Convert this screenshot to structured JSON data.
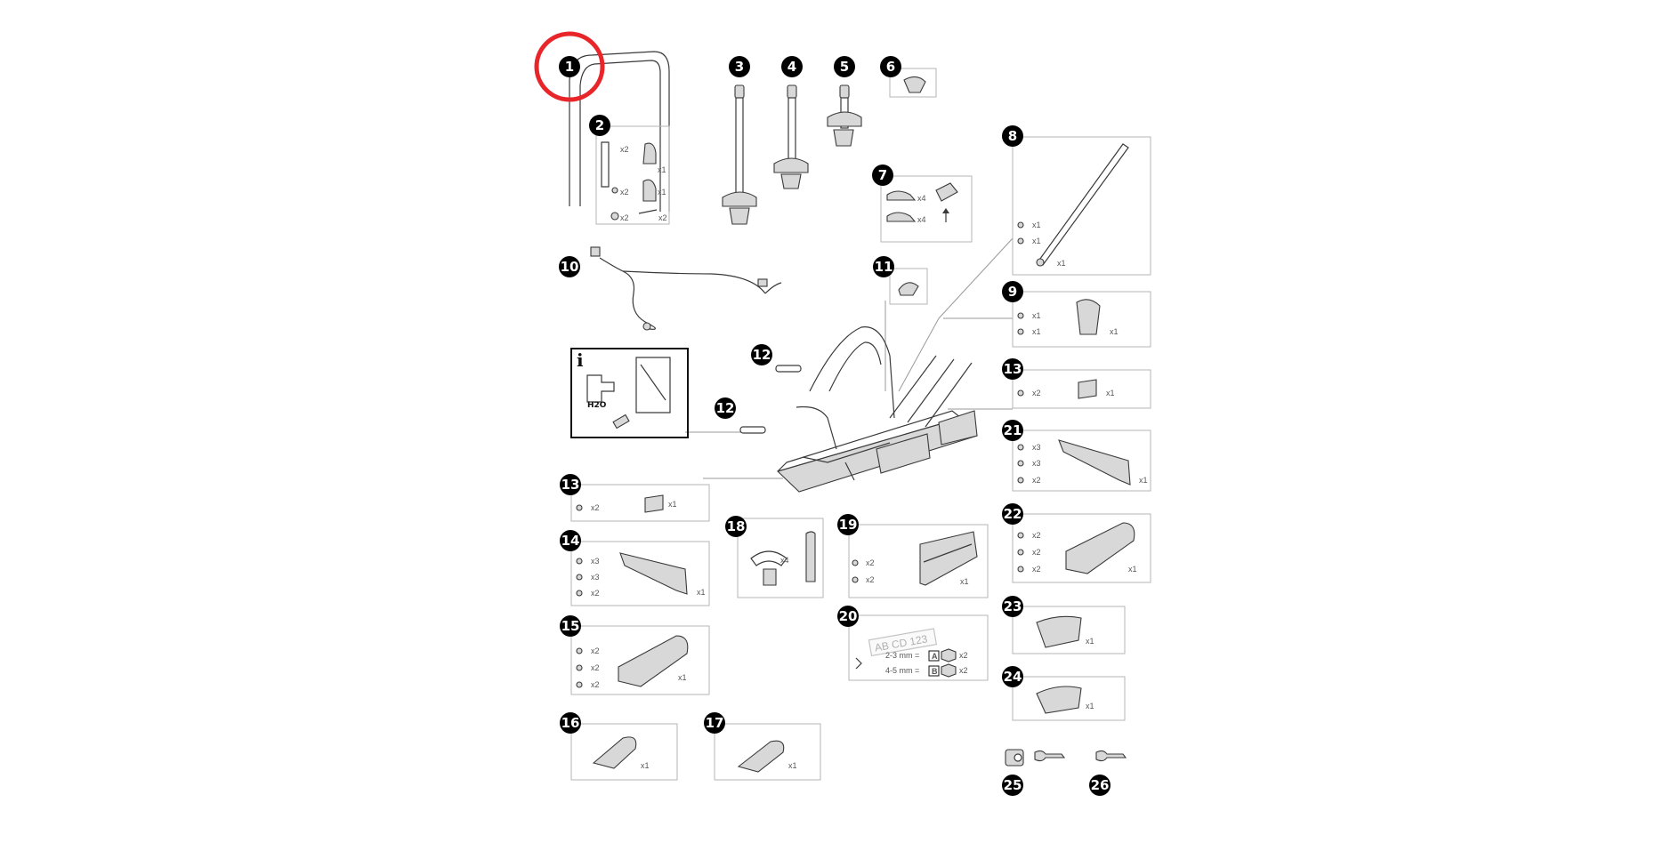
{
  "colors": {
    "badge": "#000000",
    "highlight": "#e8262a",
    "outline": "#3a3a3a",
    "frame": "#b5b5b5"
  },
  "parts": {
    "p1": {
      "num": "1"
    },
    "p2": {
      "num": "2",
      "q1": "x2",
      "q2": "x1",
      "q3": "x1",
      "q4": "x2",
      "q5": "x2",
      "q6": "x2"
    },
    "p3": {
      "num": "3"
    },
    "p4": {
      "num": "4"
    },
    "p5": {
      "num": "5"
    },
    "p6": {
      "num": "6"
    },
    "p7": {
      "num": "7",
      "q1": "x4",
      "q2": "x4"
    },
    "p8": {
      "num": "8",
      "q1": "x1",
      "q2": "x1",
      "q3": "x1"
    },
    "p9": {
      "num": "9",
      "q1": "x1",
      "q2": "x1",
      "q3": "x1"
    },
    "p10": {
      "num": "10"
    },
    "p11": {
      "num": "11"
    },
    "p12": {
      "num": "12"
    },
    "p13": {
      "num": "13",
      "q1": "x2",
      "q2": "x1"
    },
    "p14": {
      "num": "14",
      "q1": "x3",
      "q2": "x3",
      "q3": "x2",
      "q4": "x1"
    },
    "p15": {
      "num": "15",
      "q1": "x2",
      "q2": "x2",
      "q3": "x2",
      "q4": "x1"
    },
    "p16": {
      "num": "16",
      "q1": "x1"
    },
    "p17": {
      "num": "17",
      "q1": "x1"
    },
    "p18": {
      "num": "18",
      "q1": "x4"
    },
    "p19": {
      "num": "19",
      "q1": "x2",
      "q2": "x2",
      "q3": "x1"
    },
    "p20": {
      "num": "20",
      "plate": "AB CD 123",
      "row1": "2-3 mm =",
      "row1_key": "A",
      "row1_qty": "x2",
      "row2": "4-5 mm =",
      "row2_key": "B",
      "row2_qty": "x2"
    },
    "p21": {
      "num": "21",
      "q1": "x3",
      "q2": "x3",
      "q3": "x2",
      "q4": "x1"
    },
    "p22": {
      "num": "22",
      "q1": "x2",
      "q2": "x2",
      "q3": "x2",
      "q4": "x1"
    },
    "p23": {
      "num": "23",
      "q1": "x1"
    },
    "p24": {
      "num": "24",
      "q1": "x1"
    },
    "p25": {
      "num": "25"
    },
    "p26": {
      "num": "26"
    }
  },
  "info": {
    "symbol": "i",
    "water": "H2O"
  }
}
